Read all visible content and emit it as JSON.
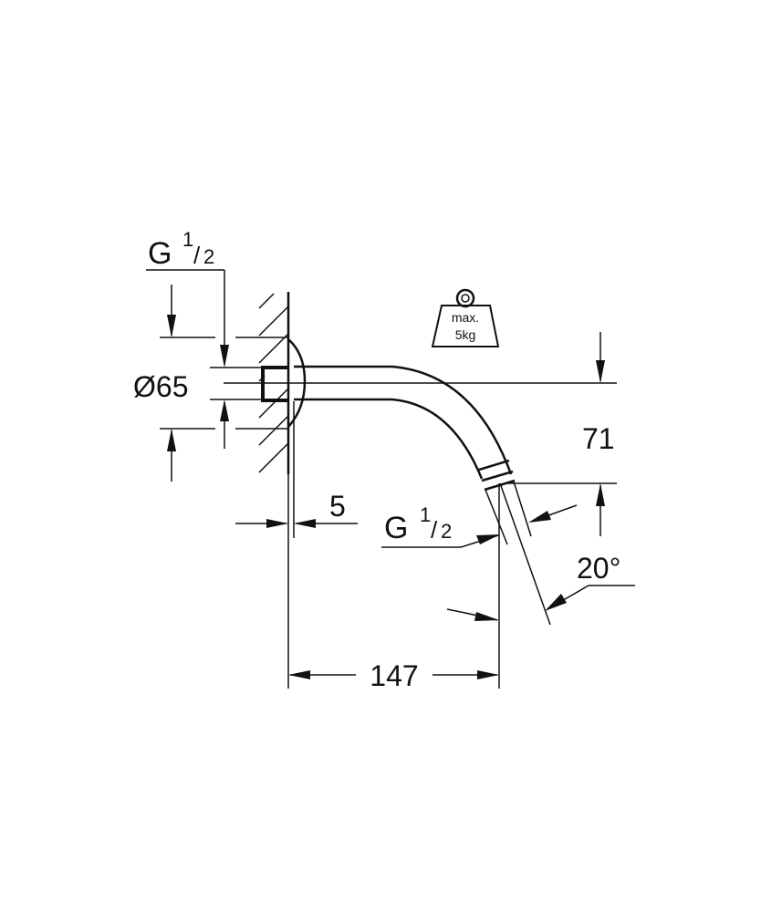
{
  "drawing": {
    "title": "Shower arm technical drawing",
    "background": "#ffffff",
    "line_color": "#111111",
    "dimensions": {
      "thread_inlet": {
        "prefix": "G",
        "numerator": "1",
        "denominator": "2"
      },
      "flange_diameter": "Ø65",
      "flange_gap": "5",
      "projection": "147",
      "drop_height": "71",
      "thread_outlet": {
        "prefix": "G",
        "numerator": "1",
        "denominator": "2"
      },
      "outlet_angle": "20°"
    },
    "weight_label": {
      "icon": "weight-icon",
      "line1": "max.",
      "line2": "5kg"
    }
  }
}
